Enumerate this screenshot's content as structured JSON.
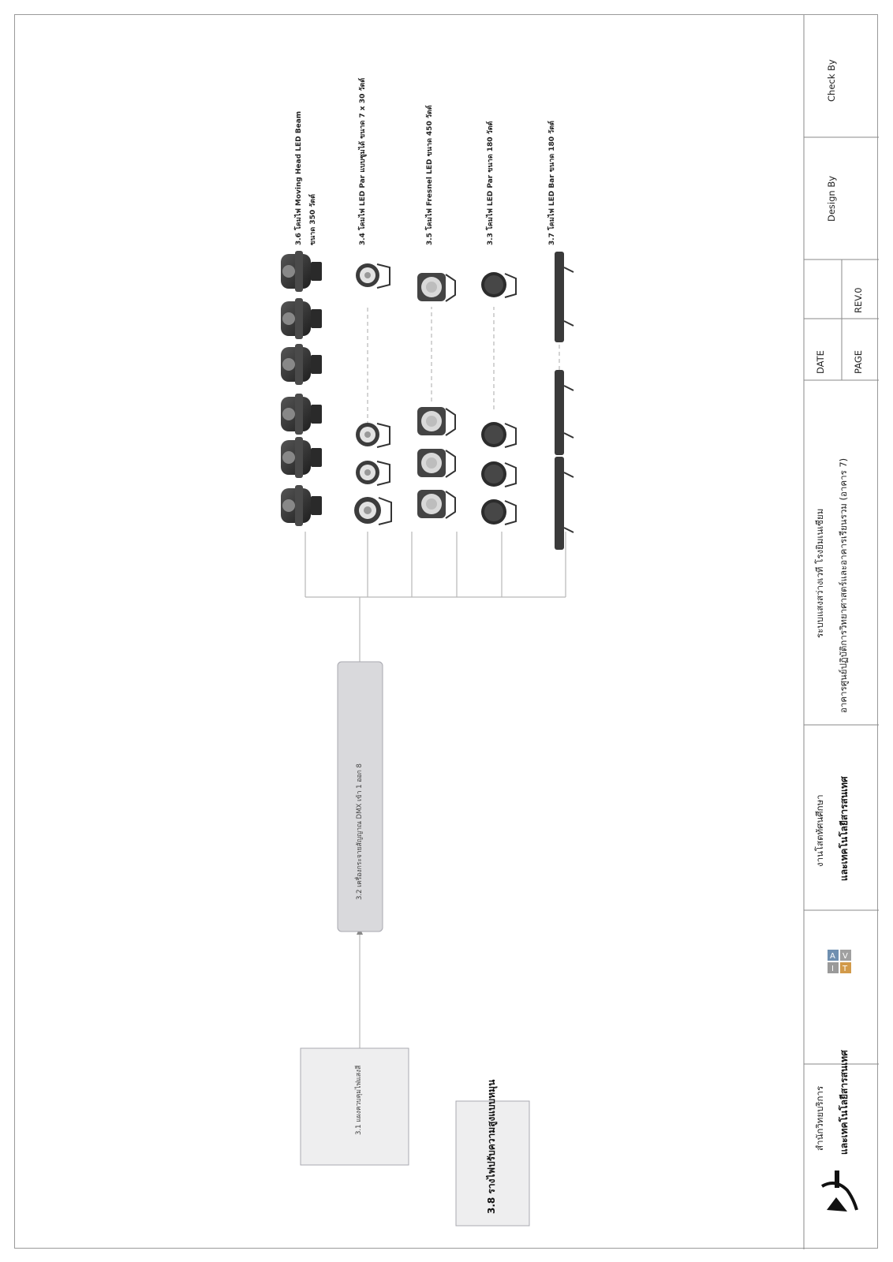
{
  "diagram": {
    "boxes": {
      "input_box": "3.1 แผงควบคุมไฟแสงสี",
      "dmx_box": "3.2 เครื่องกระจายสัญญาณ DMX เข้า 1 ออก 8",
      "dimmer_box": "3.8 รางไฟปรับความสูงแบบหมุน"
    },
    "fixture_labels": {
      "moving_head": "3.6 โคมไฟ Moving Head LED Beam",
      "moving_head_size": "ขนาด 350 วัตต์",
      "led_par_zoom": "3.4 โคมไฟ LED Par แบบซูมได้ ขนาด 7 x 30 วัตต์",
      "fresnel": "3.5 โคมไฟ Fresnel LED ขนาด 450 วัตต์",
      "led_par": "3.3 โคมไฟ LED Par ขนาด 180 วัตต์",
      "led_bar": "3.7 โคมไฟ LED Bar ขนาด 180 วัตต์"
    }
  },
  "title_block": {
    "org_line1": "สำนักวิทยบริการ",
    "org_line2": "และเทคโนโลยีสารสนเทศ",
    "dept_line1": "งานโสตทัศนศึกษา",
    "dept_line2": "และเทคโนโลยีสารสนเทศ",
    "project_line1": "ระบบแสงสว่างเวที โรงยิมเนเซียม",
    "project_line2": "อาคารศูนย์ปฏิบัติการวิทยาศาสตร์และอาคารเรียนรวม (อาคาร 7)",
    "date_label": "DATE",
    "page_label": "PAGE",
    "rev_label": "REV.0",
    "design_label": "Design By",
    "check_label": "Check By"
  },
  "colors": {
    "line": "#b8b8b8",
    "box_fill": "#eeeeef",
    "box_border": "#a9a9b0",
    "dmx_fill": "#d9d9dc",
    "fixture_dark": "#2c2c2c",
    "fixture_mid": "#6a6a6a",
    "lens_light": "#dedede",
    "bar_body": "#3a3a3a"
  }
}
